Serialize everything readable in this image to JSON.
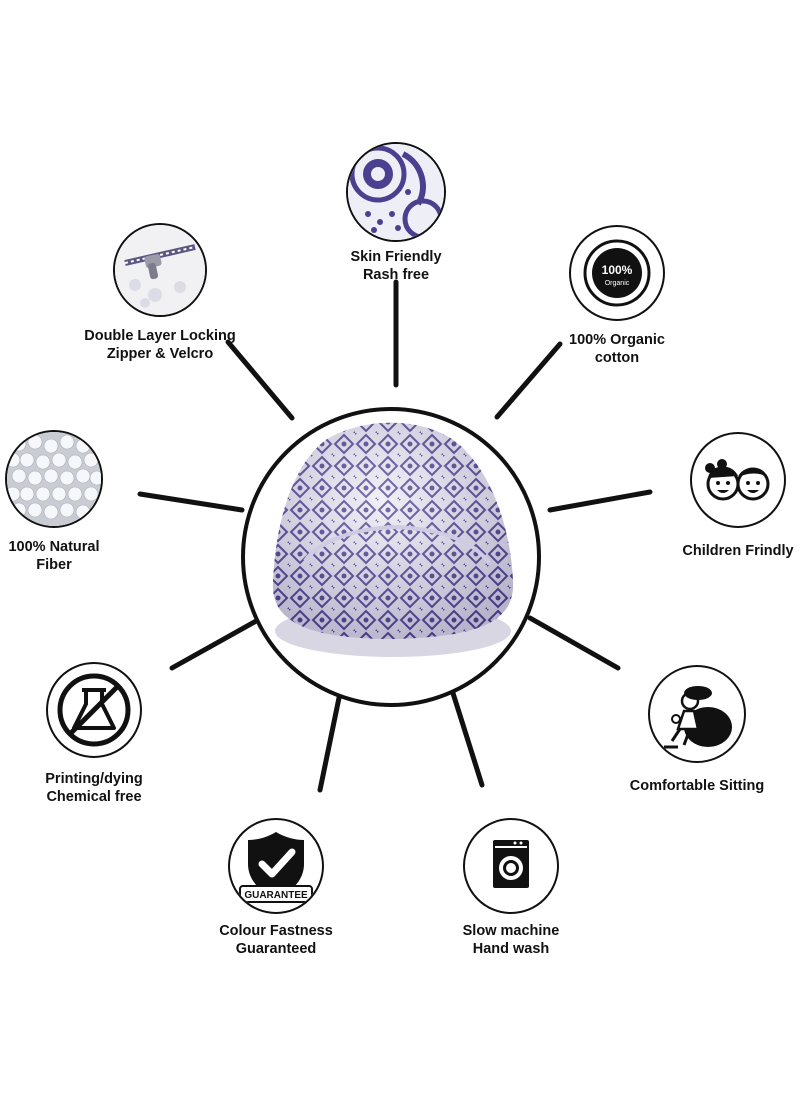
{
  "center": {
    "image": "patterned-bean-bag"
  },
  "features": [
    {
      "id": "skin",
      "icon": "floral-fabric-icon",
      "line1": "Skin Friendly",
      "line2": "Rash free"
    },
    {
      "id": "zipper",
      "icon": "zipper-closeup-icon",
      "line1": "Double Layer Locking",
      "line2": "Zipper & Velcro"
    },
    {
      "id": "organic",
      "icon": "organic-badge-icon",
      "badge_text1": "100%",
      "badge_text2": "Organic",
      "line1": "100% Organic",
      "line2": "cotton"
    },
    {
      "id": "fiber",
      "icon": "fiber-beads-icon",
      "line1": "100% Natural",
      "line2": "Fiber"
    },
    {
      "id": "children",
      "icon": "children-faces-icon",
      "line1": "Children Frindly",
      "line2": ""
    },
    {
      "id": "chemical",
      "icon": "no-chemical-icon",
      "line1": "Printing/dying",
      "line2": "Chemical free"
    },
    {
      "id": "sitting",
      "icon": "person-sitting-icon",
      "line1": "Comfortable Sitting",
      "line2": ""
    },
    {
      "id": "fastness",
      "icon": "guarantee-shield-icon",
      "badge_text": "GUARANTEE",
      "line1": "Colour Fastness",
      "line2": "Guaranteed"
    },
    {
      "id": "wash",
      "icon": "washing-machine-icon",
      "line1": "Slow machine",
      "line2": "Hand wash"
    }
  ],
  "colors": {
    "line": "#111111",
    "fabric_purple": "#4b3f8f",
    "fabric_light": "#e9e7f2"
  }
}
